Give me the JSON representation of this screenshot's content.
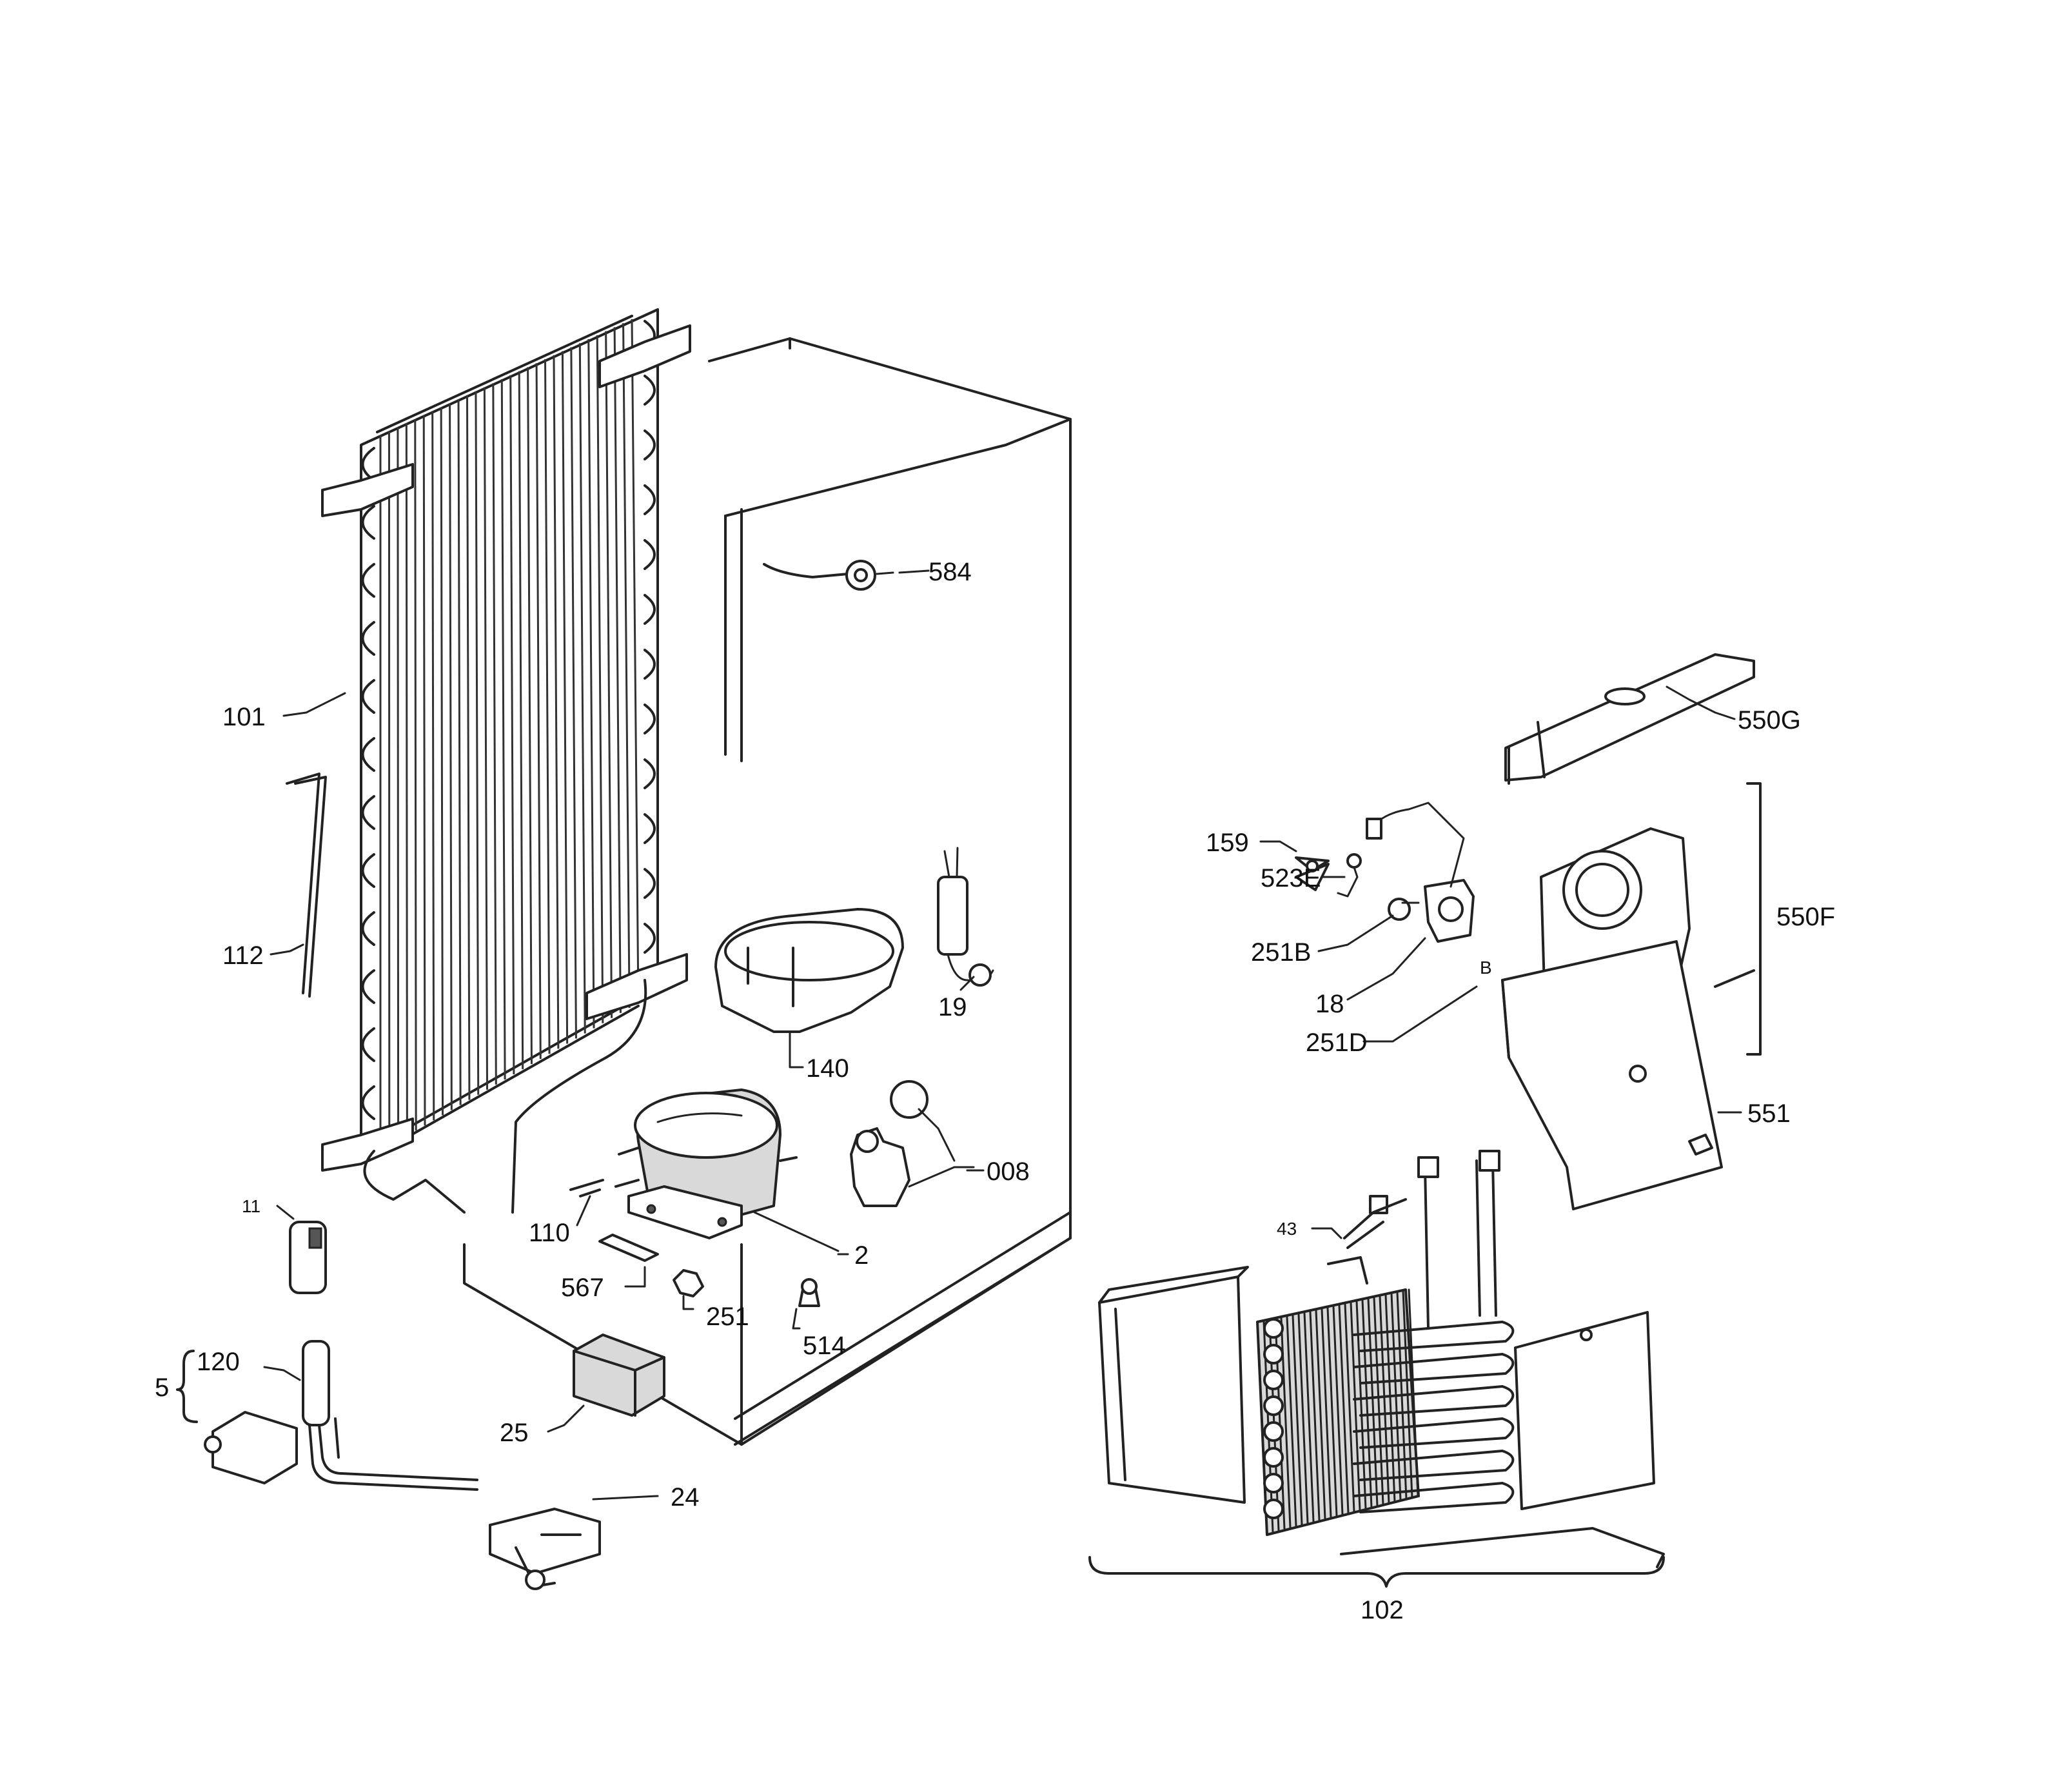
{
  "diagram": {
    "labels": {
      "p584": "584",
      "p101": "101",
      "p112": "112",
      "p140": "140",
      "p19": "19",
      "p008": "008",
      "p110": "110",
      "p2": "2",
      "p567": "567",
      "p251": "251",
      "p514": "514",
      "p11": "11",
      "p5": "5",
      "p120": "120",
      "p25": "25",
      "p24": "24",
      "p550g": "550G",
      "p550f": "550F",
      "p159": "159",
      "p523e": "523E",
      "p251b": "251B",
      "p18": "18",
      "p251d": "251D",
      "p551": "551",
      "p43": "43",
      "p102": "102",
      "pB": "B"
    }
  }
}
